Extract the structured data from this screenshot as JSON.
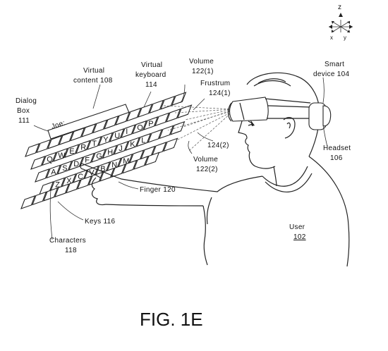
{
  "labels": {
    "virtual_content": [
      "Virtual",
      "content 108"
    ],
    "virtual_keyboard": [
      "Virtual",
      "keyboard",
      "114"
    ],
    "volume_top": [
      "Volume",
      "122(1)"
    ],
    "frustrum": [
      "Frustrum",
      "124(1)"
    ],
    "dialog_box": [
      "Dialog",
      "Box",
      "111"
    ],
    "smart_device": [
      "Smart",
      "device 104"
    ],
    "headset": [
      "Headset",
      "106"
    ],
    "frustrum_bottom": "124(2)",
    "volume_bottom": [
      "Volume",
      "122(2)"
    ],
    "finger": "Finger 120",
    "keys": "Keys 116",
    "characters": [
      "Characters",
      "118"
    ],
    "user": "User",
    "user_ref": "102",
    "dialog_text": "Joe:",
    "figure": "FIG. 1E"
  },
  "axes": {
    "z": "z",
    "x": "x",
    "y": "y"
  },
  "keyboard": {
    "row1": [
      "Q",
      "W",
      "E",
      "R",
      "T",
      "Y",
      "U",
      "I",
      "O",
      "P"
    ],
    "row2": [
      "A",
      "S",
      "D",
      "F",
      "G",
      "H",
      "J",
      "K",
      "L"
    ],
    "row3": [
      "Z",
      "X",
      "C",
      "V",
      "B",
      "N",
      "M"
    ]
  }
}
